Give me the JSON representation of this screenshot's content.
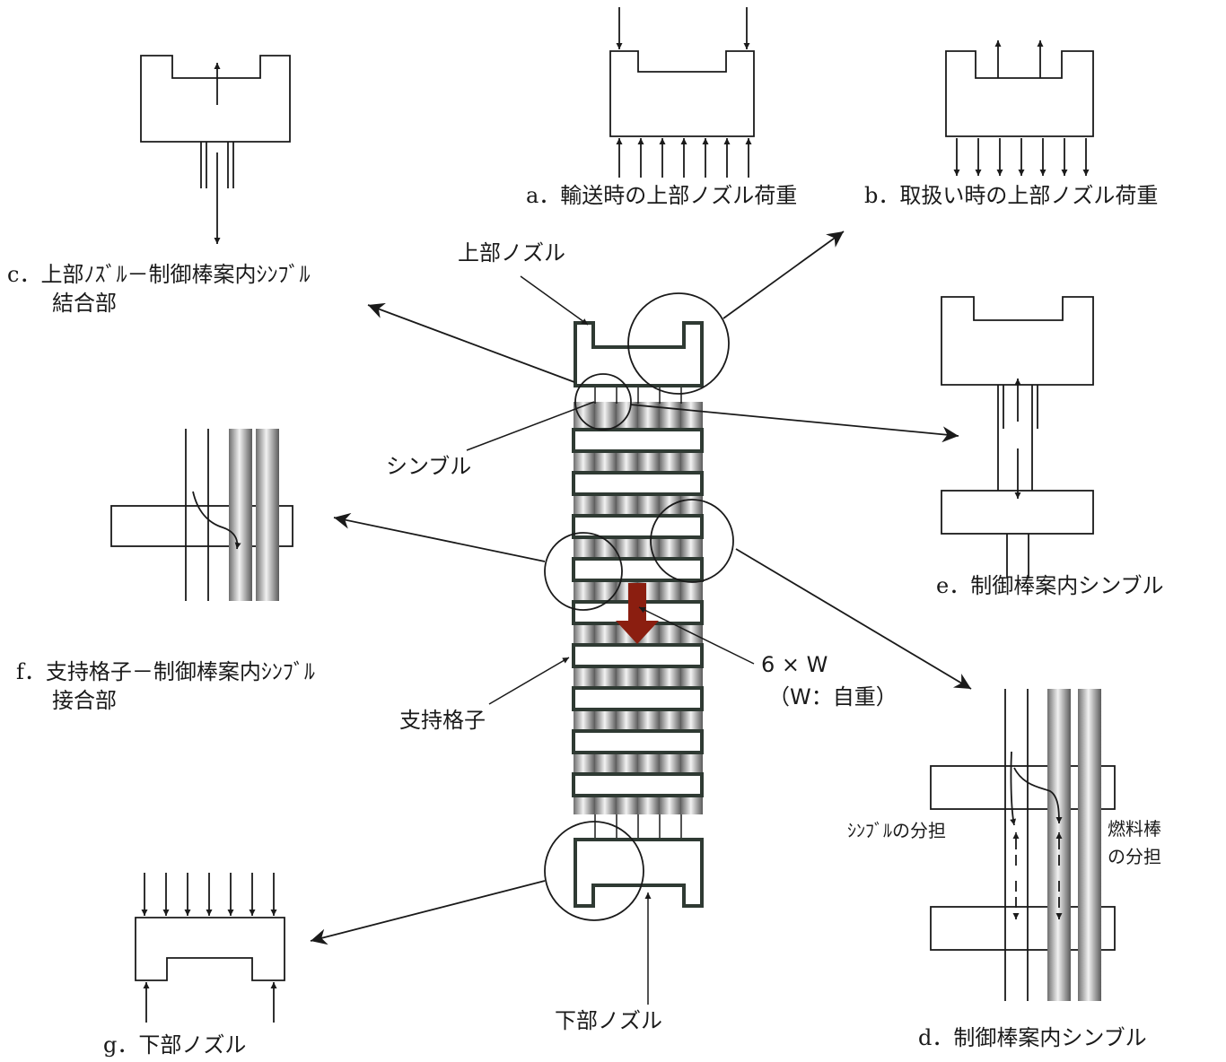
{
  "labels": {
    "a": "a．輸送時の上部ノズル荷重",
    "b": "b．取扱い時の上部ノズル荷重",
    "c_line1": "c．上部ﾉｽﾞﾙ－制御棒案内ｼﾝﾌﾞﾙ",
    "c_line2": "結合部",
    "d": "d．制御棒案内シンブル",
    "e": "e．制御棒案内シンブル",
    "f_line1": "f．支持格子－制御棒案内ｼﾝﾌﾞﾙ",
    "f_line2": "接合部",
    "g": "g．下部ノズル",
    "top_nozzle": "上部ノズル",
    "thimble": "シンブル",
    "grid": "支持格子",
    "bottom_nozzle": "下部ノズル",
    "load": "6 × W",
    "load_note": "（W：自重）",
    "thimble_share": "ｼﾝﾌﾞﾙの分担",
    "fuel_rod_share_1": "燃料棒",
    "fuel_rod_share_2": "の分担"
  },
  "colors": {
    "line": "#1a1a1a",
    "nozzle_frame": "#2f3a33",
    "load_arrow": "#8b1e10",
    "rod_dark": "#6e6e6e",
    "rod_light": "#f2f2f2"
  }
}
